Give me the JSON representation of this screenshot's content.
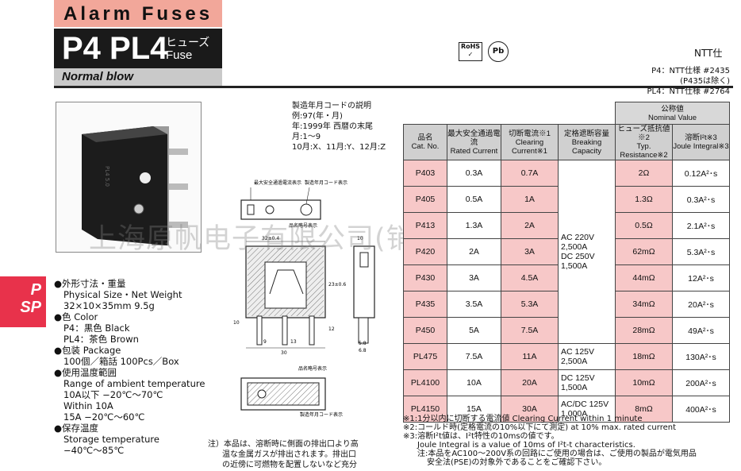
{
  "header": {
    "title": "Alarm Fuses",
    "model": "P4 PL4",
    "model_jp": "ヒューズ",
    "model_en": "Fuse",
    "subtitle": "Normal blow"
  },
  "marks": {
    "rohs": "RoHS",
    "pb": "Pb"
  },
  "ntt": {
    "label": "NTT仕",
    "p4": "P4：NTT仕様 #2435",
    "p4_sub": "(P435は除く)",
    "pl4": "PL4：NTT仕様 #2764"
  },
  "side_tab": {
    "line1": "P",
    "line2": "SP"
  },
  "date_code": {
    "title": "製造年月コードの説明",
    "line1": "例:97(年・月)",
    "line2": "年:1999年 西暦の末尾",
    "line3": "月:1～9",
    "line4": "10月:X、11月:Y、12月:Z"
  },
  "specs": [
    "●外形寸法・重量",
    "Physical Size・Net Weight",
    "32×10×35mm 9.5g",
    "●色 Color",
    "P4：黒色 Black",
    "PL4：茶色 Brown",
    "●包装 Package",
    "100個／箱話 100Pcs／Box",
    "●使用温度範囲",
    "Range of ambient temperature",
    "10A以下 −20℃～70℃",
    "Within 10A",
    "15A −20℃～60℃",
    "●保存温度",
    "Storage temperature",
    "−40℃～85℃"
  ],
  "drawing": {
    "label1": "最大安全通過電流表示",
    "label2": "製造年月コード表示",
    "label3": "品名略号表示",
    "dim_32": "32±0.4",
    "dim_10": "10",
    "dim_9": "9",
    "dim_13": "13",
    "dim_30": "30",
    "dim_23": "23±0.6",
    "dim_12": "12",
    "dim_5_8": "5.8",
    "dim_6_8": "6.8",
    "label4": "品名略号表示",
    "label5": "製造年月コード表示"
  },
  "table": {
    "nominal_jp": "公称値",
    "nominal_en": "Nominal Value",
    "headers": [
      {
        "jp": "品名",
        "en": "Cat. No."
      },
      {
        "jp": "最大安全通過電流",
        "en": "Rated Current"
      },
      {
        "jp": "切断電流※1",
        "en": "Clearing Current※1"
      },
      {
        "jp": "定格遮断容量",
        "en": "Breaking Capacity"
      },
      {
        "jp": "ヒューズ抵抗値※2",
        "en": "Typ. Resistance※2"
      },
      {
        "jp": "溶断I²t※3",
        "en": "Joule Integral※3"
      }
    ],
    "rows": [
      {
        "cat": "P403",
        "rated": "0.3A",
        "clear": "0.7A",
        "res": "2Ω",
        "joule": "0.12A²･s"
      },
      {
        "cat": "P405",
        "rated": "0.5A",
        "clear": "1A",
        "res": "1.3Ω",
        "joule": "0.3A²･s"
      },
      {
        "cat": "P413",
        "rated": "1.3A",
        "clear": "2A",
        "res": "0.5Ω",
        "joule": "2.1A²･s"
      },
      {
        "cat": "P420",
        "rated": "2A",
        "clear": "3A",
        "res": "62mΩ",
        "joule": "5.3A²･s"
      },
      {
        "cat": "P430",
        "rated": "3A",
        "clear": "4.5A",
        "res": "44mΩ",
        "joule": "12A²･s"
      },
      {
        "cat": "P435",
        "rated": "3.5A",
        "clear": "5.3A",
        "res": "34mΩ",
        "joule": "20A²･s"
      },
      {
        "cat": "P450",
        "rated": "5A",
        "clear": "7.5A",
        "res": "28mΩ",
        "joule": "49A²･s"
      },
      {
        "cat": "PL475",
        "rated": "7.5A",
        "clear": "11A",
        "res": "18mΩ",
        "joule": "130A²･s"
      },
      {
        "cat": "PL4100",
        "rated": "10A",
        "clear": "20A",
        "res": "10mΩ",
        "joule": "200A²･s"
      },
      {
        "cat": "PL4150",
        "rated": "15A",
        "clear": "30A",
        "res": "8mΩ",
        "joule": "400A²･s"
      }
    ],
    "breaking_group": {
      "l1": "AC 220V",
      "l2": "2,500A",
      "l3": "DC 250V",
      "l4": "1,500A"
    },
    "breaking_pl475": {
      "l1": "AC 125V",
      "l2": "2,500A"
    },
    "breaking_pl4100": {
      "l1": "DC 125V",
      "l2": "1,500A"
    },
    "breaking_pl4150": {
      "l1": "AC/DC 125V",
      "l2": "1,000A"
    }
  },
  "footnotes": [
    "※1:1分以内に切断する電流値 Clearing Current within 1 minute",
    "※2:コールド時(定格電流の10%以下にて測定) at 10% max. rated current",
    "※3:溶断I²t値は、I²t特性の10msの値です。",
    "Joule Integral is a value of 10ms of I²t-t characteristics.",
    "注:本品をAC100～200V系の回路にご使用の場合は、ご使用の製品が電気用品",
    "安全法(PSE)の対象外であることをご確認下さい。"
  ],
  "bottom_note": {
    "l1": "注）本品は、溶断時に側面の排出口より高",
    "l2": "温な金属ガスが排出されます。排出口",
    "l3": "の近傍に可燃物を配置しないなど充分"
  },
  "watermark": "上海原帆电子有限公司(销售部)"
}
